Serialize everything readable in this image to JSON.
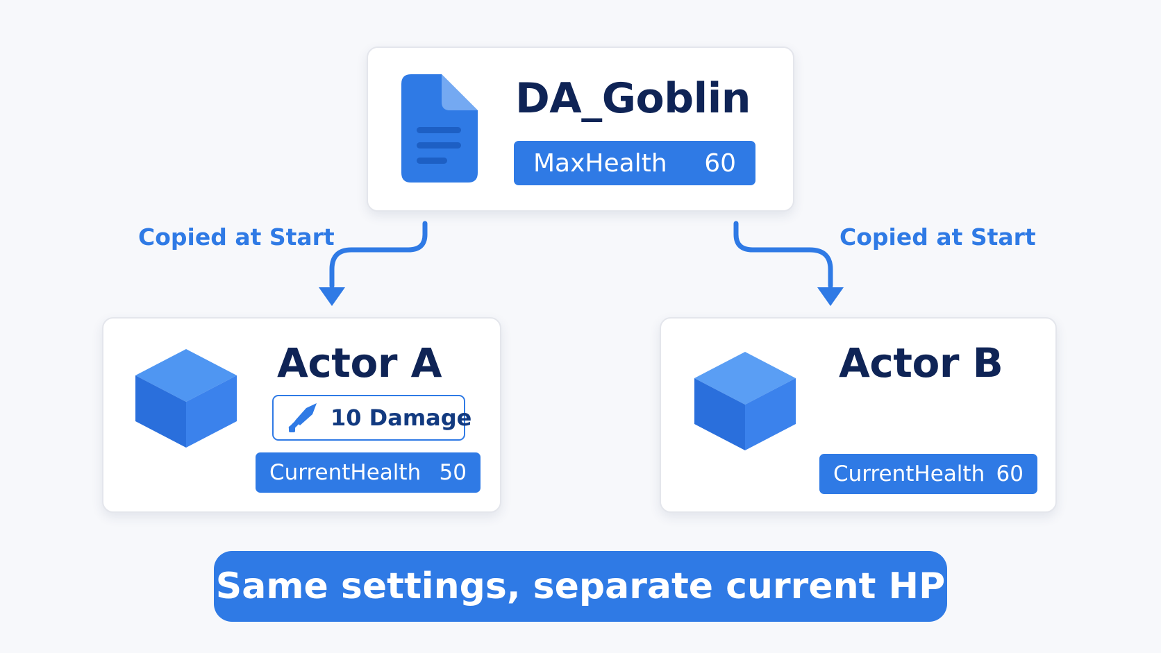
{
  "data_asset": {
    "name": "DA_Goblin",
    "icon": "document-icon",
    "property": {
      "label": "MaxHealth",
      "value": "60"
    }
  },
  "edges": {
    "left_label": "Copied at Start",
    "right_label": "Copied at Start"
  },
  "actor_a": {
    "name": "Actor A",
    "icon": "cube-icon",
    "damage": {
      "icon": "sword-icon",
      "label": "10 Damage"
    },
    "property": {
      "label": "CurrentHealth",
      "value": "50"
    }
  },
  "actor_b": {
    "name": "Actor B",
    "icon": "cube-icon",
    "property": {
      "label": "CurrentHealth",
      "value": "60"
    }
  },
  "caption": "Same settings, separate current HP",
  "colors": {
    "accent": "#2f7ae5",
    "title": "#0f2456",
    "background": "#f7f8fb"
  }
}
